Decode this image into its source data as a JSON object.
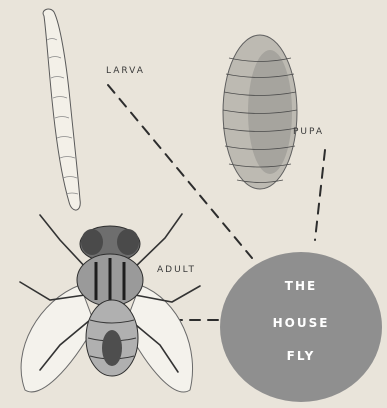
{
  "stages": {
    "larva": "LARVA",
    "pupa": "PUPA",
    "adult": "ADULT"
  },
  "title": {
    "line1": "THE",
    "line2": "HOUSE",
    "line3": "FLY"
  },
  "colors": {
    "background": "#e9e4da",
    "circle": "#8f8f8f",
    "title_text": "#ffffff",
    "ink": "#2d2d2d"
  }
}
